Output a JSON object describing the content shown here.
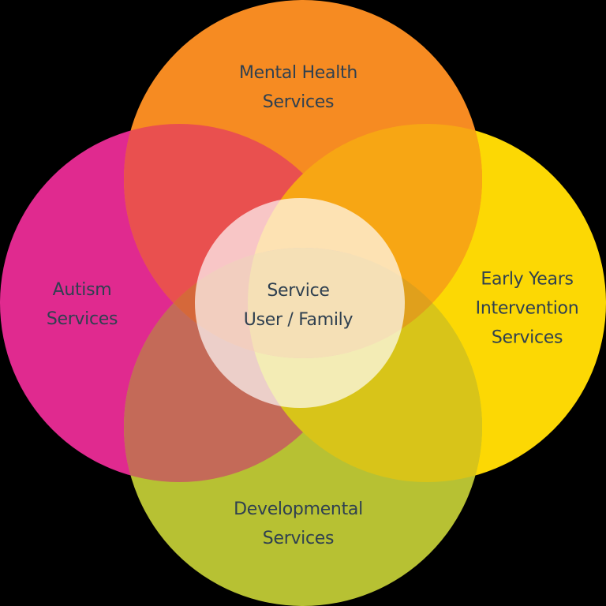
{
  "diagram": {
    "type": "venn",
    "center": {
      "label_line1": "Service",
      "label_line2": "User / Family",
      "color": "#ffffff"
    },
    "circles": [
      {
        "id": "mental-health",
        "label_line1": "Mental Health",
        "label_line2": "Services",
        "color": "#f68b22",
        "position": "top"
      },
      {
        "id": "early-years",
        "label_line1": "Early Years",
        "label_line2": "Intervention",
        "label_line3": "Services",
        "color": "#fcd804",
        "position": "right"
      },
      {
        "id": "autism",
        "label_line1": "Autism",
        "label_line2": "Services",
        "color": "#e02a8f",
        "position": "left"
      },
      {
        "id": "developmental",
        "label_line1": "Developmental",
        "label_line2": "Services",
        "color": "#b7c133",
        "position": "bottom"
      }
    ],
    "text_color": "#2f4050"
  }
}
